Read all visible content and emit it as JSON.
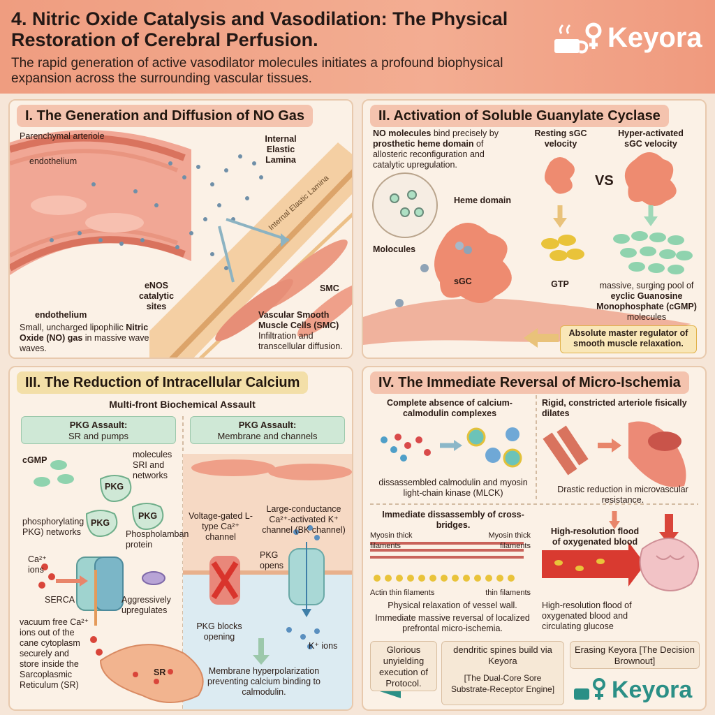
{
  "header": {
    "title": "4. Nitric Oxide Catalysis and Vasodilation: The Physical Restoration of Cerebral Perfusion.",
    "subtitle": "The rapid generation of active vasodilator molecules initiates a profound biophysical expansion across the surrounding vascular tissues.",
    "logo_text": "Keyora"
  },
  "panel1": {
    "title": "I. The Generation and Diffusion of NO Gas",
    "parenchymal": "Parenchymal arteriole",
    "endothelium_top": "endothelium",
    "endothelium_bottom": "endothelium",
    "iel": "Internal Elastic Lamina",
    "iel_band": "Internal Elastic Lamina",
    "enos": "eNOS catalytic sites",
    "smc": "SMC",
    "vsmc": "Vascular Smooth Muscle Cells (SMC)",
    "infiltration": "Infiltration and transcellular diffusion.",
    "desc_pre": "Small, uncharged lipophilic",
    "desc_bold": "Nitric Oxide (NO) gas",
    "desc_post": "in massive wave waves."
  },
  "panel2": {
    "title": "II. Activation of Soluble Guanylate Cyclase",
    "bind_bold1": "NO molecules",
    "bind_1": "bind precisely",
    "bind_2": "by",
    "bind_bold2": "prosthetic heme domain",
    "bind_3": "of allosteric reconfiguration and catalytic upregulation.",
    "heme": "Heme domain",
    "molecules": "Molocules",
    "sgc": "sGC",
    "resting": "Resting sGC velocity",
    "vs": "VS",
    "hyper": "Hyper-activated sGC velocity",
    "gtp": "GTP",
    "pool_1": "massive, surging pool of",
    "pool_bold": "eyclic Guanosine Monophosphate (cGMP)",
    "pool_2": "molecules",
    "master": "Absolute master regulator of smooth muscle relaxation."
  },
  "panel3": {
    "title": "III. The Reduction of Intracellular Calcium",
    "subtitle": "Multi-front Biochemical Assault",
    "box_a_title": "PKG Assault:",
    "box_a_sub": "SR and pumps",
    "box_b_title": "PKG Assault:",
    "box_b_sub": "Membrane and channels",
    "cgmp": "cGMP",
    "pkg": "PKG",
    "molecules_sr": "molecules SRI and networks",
    "phosph": "phosphorylating PKG) networks",
    "phospholamban": "Phospholamban protein",
    "ca_ions": "Ca²⁺ ions",
    "serca": "SERCA",
    "aggr": "Aggressively upregulates",
    "vacuum": "vacuum free Ca²⁺ ions out of the cane cytoplasm securely and store inside the Sarcoplasmic Reticulum (SR)",
    "sr": "SR",
    "vgated": "Voltage-gated L-type Ca²⁺ channel",
    "bk": "Large-conductance Ca²⁺-activated K⁺ channel (BK channel)",
    "pkg_opens": "PKG opens",
    "pkg_blocks": "PKG blocks opening",
    "k_ions": "K⁺ ions",
    "hyperpol": "Membrane hyperpolarization preventing calcium binding to calmodulin."
  },
  "panel4": {
    "title": "IV. The Immediate Reversal of Micro-Ischemia",
    "absence": "Complete absence of calcium-calmodulin complexes",
    "disassembled": "dissassembled calmodulin and myosin light-chain kinase (MLCK)",
    "rigid": "Rigid, constricted arteriole fisically dilates",
    "drastic": "Drastic reduction in microvascular resistance.",
    "hires1": "High-resolution flood of oxygenated blood",
    "disassembly": "Immediate dissassembly of cross-bridges.",
    "myosin_l": "Myosin thick filaments",
    "myosin_r": "Myosin thick filaments",
    "actin_l": "Actin thin filaments",
    "actin_r": "thin filaments",
    "relax": "Physical relaxation of vessel wall.",
    "reversal": "Immediate massive reversal of localized prefrontal micro-ischemia.",
    "hires2": "High-resolution flood of oxygenated blood and circulating glucose",
    "card1": "Glorious unyielding execution of Protocol.",
    "card2a": "dendritic spines build via Keyora",
    "card2b": "[The Dual-Core Sore Substrate-Receptor Engine]",
    "card3": "Erasing Keyora [The Decision Brownout]",
    "logo_text": "Keyora"
  },
  "colors": {
    "header_bg": "#f09a7e",
    "vessel": "#e88c78",
    "mint": "#8fd3ae",
    "gold": "#e9c33a",
    "red": "#d9453a"
  }
}
